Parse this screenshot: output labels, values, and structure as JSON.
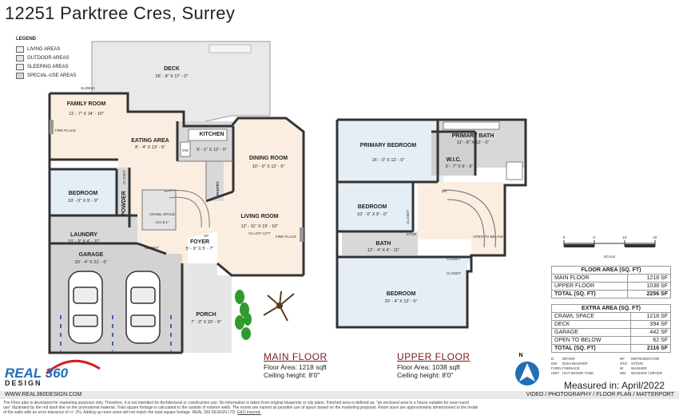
{
  "title": "12251 Parktree Cres, Surrey",
  "legend": {
    "title": "LEGEND",
    "items": [
      {
        "label": "LIVING AREAS",
        "color": "#fbeee0"
      },
      {
        "label": "OUTDOOR AREAS",
        "color": "#e6e6e6"
      },
      {
        "label": "SLEEPING AREAS",
        "color": "#e5eef5"
      },
      {
        "label": "SPECIAL-USE AREAS",
        "color": "#d6d6d6"
      }
    ]
  },
  "rooms": {
    "deck": {
      "name": "DECK",
      "dims": "26' - 8\" X 17' - 0\""
    },
    "sliding": "SLIDING",
    "family": {
      "name": "FAMILY ROOM",
      "dims": "11' - 7\" X 14' - 10\""
    },
    "fireplace1": "FIRE PLACE",
    "eating": {
      "name": "EATING AREA",
      "dims": "8' - 4\" X 13' - 5\""
    },
    "kitchen": {
      "name": "KITCHEN",
      "dims": "9' - 1\" X 12' - 0\""
    },
    "dw": "DW",
    "dining": {
      "name": "DINING ROOM",
      "dims": "10' - 0\" X 12' - 5\""
    },
    "bedroom_main": {
      "name": "BEDROOM",
      "dims": "10' - 0\" X 9' - 9\""
    },
    "powder": "POWDER",
    "closet_v": "CLOSET",
    "pantry": "PANTRY",
    "crawl": {
      "name": "CRAWL SPACE",
      "height": "CH=5'1\""
    },
    "laundry": {
      "name": "LAUNDRY",
      "dims": "13' - 3\" X 4' - 11\""
    },
    "living": {
      "name": "LIVING ROOM",
      "dims": "12' - 11\" X 15' - 10\"",
      "height": "CH=8'0\"-13'7\""
    },
    "fireplace2": "FIRE PLACE",
    "foyer": {
      "name": "FOYER",
      "dims": "5' - 9\" X 5' - 7\""
    },
    "closet_main": "CLOSET",
    "up": "UP",
    "garage": {
      "name": "GARAGE",
      "dims": "20' - 4\" X 21' - 6\""
    },
    "porch": {
      "name": "PORCH",
      "dims": "7' - 3\" X 20' - 9\""
    },
    "primary_bed": {
      "name": "PRIMARY BEDROOM",
      "dims": "16' - 0\" X 12' - 0\""
    },
    "primary_bath": {
      "name": "PRIMARY BATH",
      "dims": "12' - 8\" X 12' - 0\""
    },
    "wic": {
      "name": "W.I.C.",
      "dims": "5' - 7\" X 6' - 5\""
    },
    "bedroom_up1": {
      "name": "BEDROOM",
      "dims": "10' - 0\" X 9' - 0\""
    },
    "closet_up1": "CLOSET",
    "stor": "STOR",
    "bath": {
      "name": "BATH",
      "dims": "12' - 4\" X 4' - 11\""
    },
    "dn": "DN",
    "open_below": "OPEN TO BELOW",
    "closet_up2": "CLOSET",
    "closet_up3": "CLOSET",
    "bedroom_up2": {
      "name": "BEDROOM",
      "dims": "20' - 4\" X 13' - 5\""
    }
  },
  "main_floor": {
    "heading": "MAIN FLOOR",
    "area": "Floor Area: 1218 sqft",
    "ceiling": "Ceiling height: 8'0\""
  },
  "upper_floor": {
    "heading": "UPPER FLOOR",
    "area": "Floor Area: 1038 sqft",
    "ceiling": "Ceiling height: 8'0\""
  },
  "scale": {
    "ticks": [
      "0",
      "5'",
      "10'",
      "15'"
    ],
    "label": "SCALE"
  },
  "floor_area_table": {
    "title": "FLOOR AREA (SQ. FT)",
    "rows": [
      [
        "MAIN FLOOR",
        "1218 SF"
      ],
      [
        "UPPER FLOOR",
        "1038 SF"
      ]
    ],
    "total": [
      "TOTAL (SQ. FT)",
      "2256 SF"
    ]
  },
  "extra_area_table": {
    "title": "EXTRA AREA (SQ. FT)",
    "rows": [
      [
        "CRAWL SPACE",
        "1218 SF"
      ],
      [
        "DECK",
        "394 SF"
      ],
      [
        "GARAGE",
        "442 SF"
      ],
      [
        "OPEN TO BELOW",
        "62 SF"
      ]
    ],
    "total": [
      "TOTAL (SQ. FT)",
      "2116 SF"
    ]
  },
  "abbrev": [
    [
      "D",
      "DRYER",
      "RF",
      "REFRIGERATOR"
    ],
    [
      "DW",
      "DISH WASHER",
      "STO",
      "STOVE"
    ],
    [
      "FURN",
      "FURNACE",
      "W",
      "WASHER"
    ],
    [
      "HWT",
      "HOT WATER TANK",
      "WD",
      "WASHER / DRYER"
    ]
  ],
  "north": "N",
  "logo": {
    "text": "REAL 360",
    "sub": "DESIGN"
  },
  "measured": "Measured in: April/2022",
  "website": "WWW.REAL360DESIGN.COM",
  "services": "VIDEO / PHOTOGRAPHY / FLOOR PLAN / MATTERPORT",
  "disclaimer_1": "The Floor plan is developed for marketing purposes only. Therefore, it is not intended for Architectural or construction use. No information is taken from original blueprints or city plans. Finished area is defined as: \"an enclosed area in a house suitable for year-round",
  "disclaimer_2": "use\" illustrated by the red dash line on the promotional material. Total square footage is calculated to the outside of exterior walls. The rooms are named as possible use of space based on the marketing proposal. Room sizes are approximately dimensioned to the inside",
  "disclaimer_3": "of the walls with an error tolerance of +/- 2%. Adding up room sizes will not match the total square footage. REAL 360 DESIGN LTD.",
  "disclaimer_eo": "E&O insured."
}
